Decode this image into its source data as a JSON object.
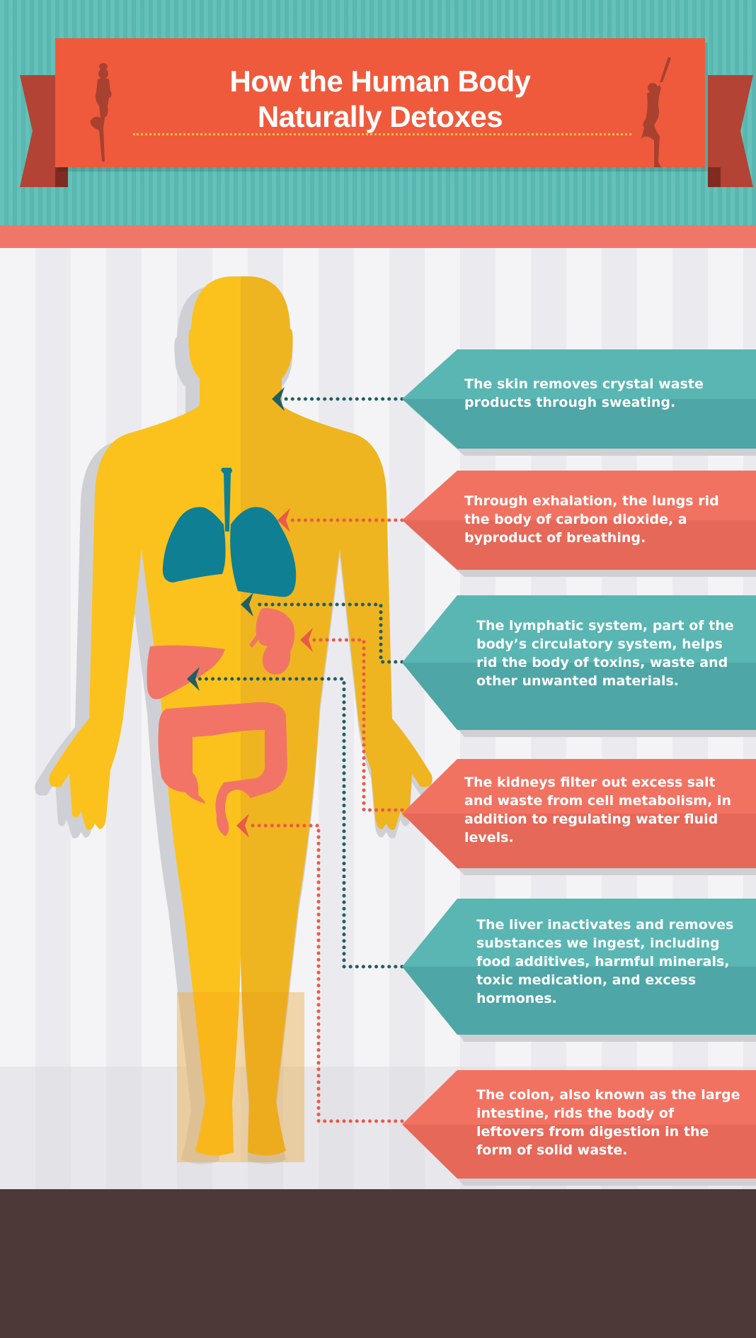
{
  "header": {
    "title_line1": "How the Human Body",
    "title_line2": "Naturally Detoxes",
    "icons": [
      "yoga-tree-pose-icon",
      "yoga-chair-pose-icon"
    ]
  },
  "colors": {
    "teal": "#59b6b3",
    "coral": "#f27262",
    "ribbon": "#ef5a3c",
    "body_yellow": "#f8bf1c",
    "organ_blue": "#0f7f94",
    "organ_pink": "#f27262",
    "footer": "#4d3a38"
  },
  "organs": [
    {
      "name": "Skin",
      "color": "teal",
      "text": "The skin removes crystal waste products through sweating."
    },
    {
      "name": "Lungs",
      "color": "coral",
      "text": "Through exhalation, the lungs rid the body of carbon dioxide, a byproduct of breathing."
    },
    {
      "name": "Lymphatic system",
      "color": "teal",
      "text": "The lymphatic system, part of the body’s circulatory system, helps rid the body of toxins, waste and other unwanted materials."
    },
    {
      "name": "Kidneys",
      "color": "coral",
      "text": "The kidneys filter out excess salt and waste from cell metabolism, in addition to regulating water fluid levels."
    },
    {
      "name": "Liver",
      "color": "teal",
      "text": "The liver inactivates and removes substances we ingest, including food additives, harmful minerals, toxic medication, and excess hormones."
    },
    {
      "name": "Colon",
      "color": "coral",
      "text": "The colon, also known as the large intestine, rids the body of leftovers from digestion in the form of solid waste."
    }
  ]
}
